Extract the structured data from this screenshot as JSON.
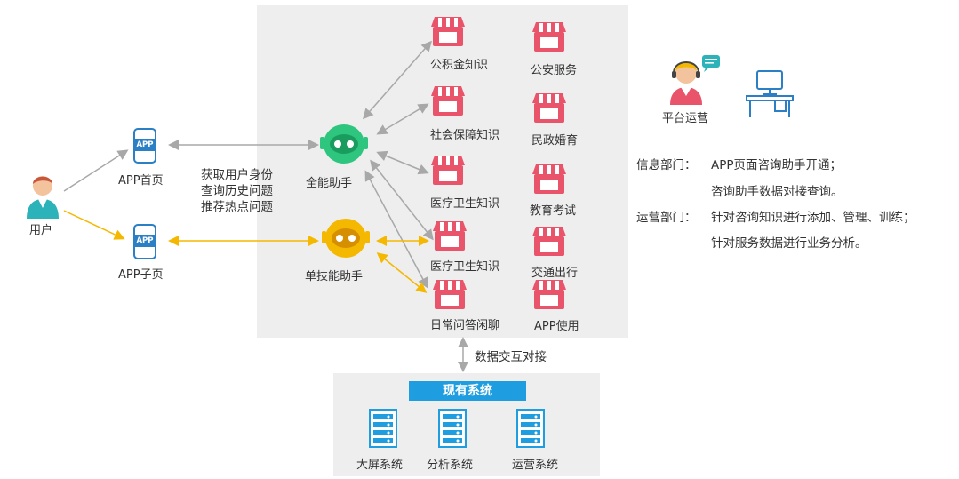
{
  "user": {
    "label": "用户"
  },
  "app_home": {
    "label": "APP首页",
    "icon_text": "APP"
  },
  "app_sub": {
    "label": "APP子页",
    "icon_text": "APP"
  },
  "info_lines": [
    "获取用户身份",
    "查询历史问题",
    "推荐热点问题"
  ],
  "general_bot": {
    "label": "全能助手"
  },
  "skill_bot": {
    "label": "单技能助手"
  },
  "knowledge_col": [
    "公积金知识",
    "社会保障知识",
    "医疗卫生知识",
    "医疗卫生知识",
    "日常问答闲聊"
  ],
  "service_col": [
    "公安服务",
    "民政婚育",
    "教育考试",
    "交通出行",
    "APP使用"
  ],
  "data_link": {
    "label": "数据交互对接"
  },
  "existing_systems": {
    "title": "现有系统",
    "items": [
      "大屏系统",
      "分析系统",
      "运营系统"
    ]
  },
  "platform": {
    "label": "平台运营"
  },
  "notes": {
    "info_dept": {
      "title": "信息部门：",
      "lines": [
        "APP页面咨询助手开通；",
        "咨询助手数据对接查询。"
      ]
    },
    "ops_dept": {
      "title": "运营部门：",
      "lines": [
        "针对咨询知识进行添加、管理、训练；",
        "针对服务数据进行业务分析。"
      ]
    }
  },
  "colors": {
    "shop": "#e9546b",
    "general_bot": "#2ec57e",
    "skill_bot": "#f5b800",
    "gray_arrow": "#a8a8a8",
    "yellow_arrow": "#f5b800",
    "system_header": "#1e9ee0",
    "blue_icon": "#2b7fc4"
  }
}
